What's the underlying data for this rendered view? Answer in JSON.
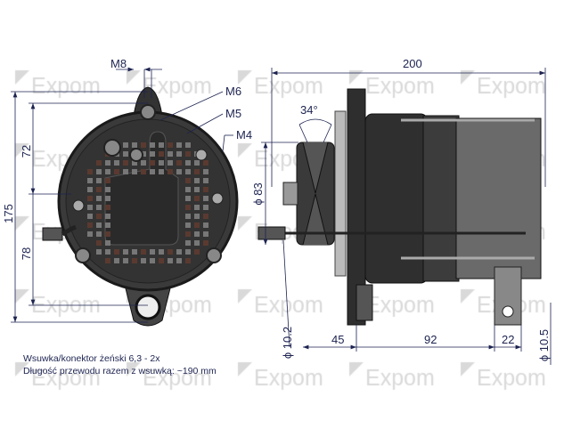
{
  "watermark": "Expom",
  "colors": {
    "dimension": "#1c2350",
    "body": "#3a3a3a",
    "dark": "#262626",
    "metal": "#9a9a9a",
    "watermark": "#d9d9d9"
  },
  "rear_view": {
    "labels": {
      "m8": "M8",
      "m6": "M6",
      "m5": "M5",
      "m4": "M4"
    },
    "dimensions": {
      "total_height": "175",
      "upper": "72",
      "lower": "78"
    }
  },
  "side_view": {
    "dimensions": {
      "length": "200",
      "angle": "34°",
      "pulley_dia": "ϕ 83",
      "hole_front": "ϕ 10.2",
      "hole_rear": "ϕ 10.5",
      "d45": "45",
      "d92": "92",
      "d22": "22"
    }
  },
  "notes": {
    "line1": "Wsuwka/konektor żeński 6,3 - 2x",
    "line2": "Długość przewodu razem z wsuwką: ~190 mm"
  }
}
